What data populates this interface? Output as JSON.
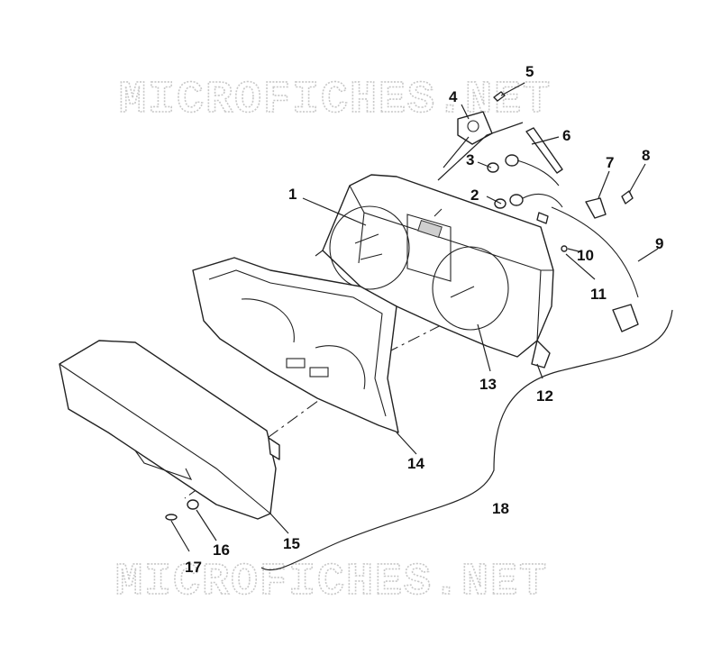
{
  "watermark": {
    "text_top": "MICROFICHES.NET",
    "text_bottom": "MICROFICHES.NET",
    "color": "#c8c8c8"
  },
  "callouts": {
    "c1": "1",
    "c2": "2",
    "c3": "3",
    "c4": "4",
    "c5": "5",
    "c6": "6",
    "c7": "7",
    "c8": "8",
    "c9": "9",
    "c10": "10",
    "c11": "11",
    "c12": "12",
    "c13": "13",
    "c14": "14",
    "c15": "15",
    "c16": "16",
    "c17": "17",
    "c18": "18"
  }
}
